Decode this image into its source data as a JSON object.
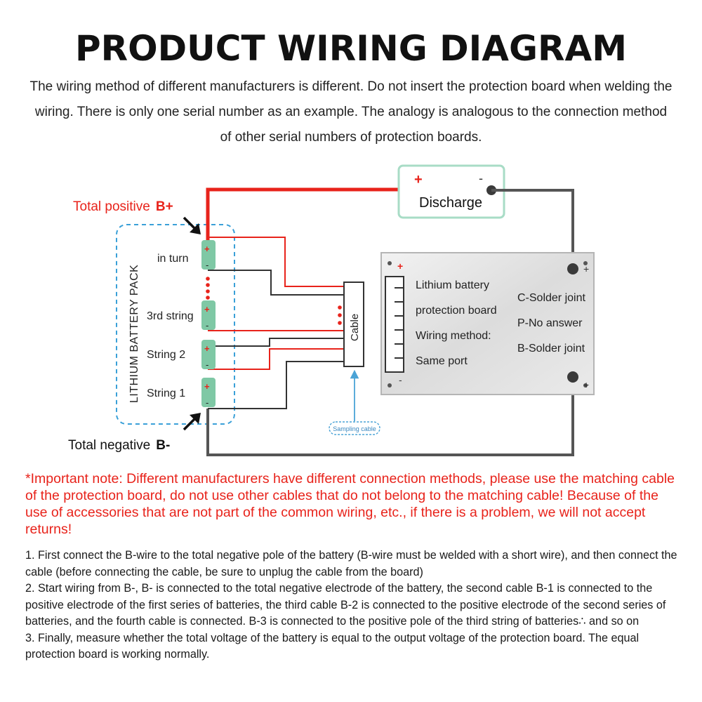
{
  "title": "PRODUCT WIRING DIAGRAM",
  "subtitle": "The wiring method of different manufacturers is different. Do not insert the protection board when welding the wiring. There is only one serial number as an example. The analogy is analogous to the connection method of other serial numbers of protection boards.",
  "diagram": {
    "total_positive_label": "Total positive",
    "total_positive_terminal": "B+",
    "total_negative_label": "Total negative",
    "total_negative_terminal": "B-",
    "battery_pack_label": "LITHIUM BATTERY PACK",
    "cell_labels": [
      "in turn",
      "3rd string",
      "String 2",
      "String 1"
    ],
    "plus_sign": "+",
    "minus_sign": "-",
    "discharge_label": "Discharge",
    "cable_label": "Cable",
    "sampling_cable_label": "Sampling cable",
    "board_lines": [
      "Lithium battery",
      "protection board",
      "Wiring method:",
      "Same port"
    ],
    "joint_lines": [
      "C-Solder joint",
      "P-No answer",
      "B-Solder joint"
    ],
    "colors": {
      "red_wire": "#e8231b",
      "black_wire": "#3a3a3a",
      "cell_green": "#7fc8a5",
      "dashed_blue": "#3aa0d8",
      "discharge_border": "#a8dcc6",
      "arrow_blue": "#4aa3d6"
    }
  },
  "important_note": "*Important note: Different manufacturers have different connection methods, please use the matching cable of the protection board, do not use other cables that do not belong to the matching cable! Because of the use of accessories that are not part of the common wiring, etc., if there is a problem, we will not accept returns!",
  "steps": [
    "1. First connect the B-wire to the total negative pole of the battery (B-wire must be welded with a short wire), and then connect the cable (before connecting the cable, be sure to unplug the cable from the board)",
    "2. Start wiring from B-, B- is connected to the total negative electrode of the battery, the second cable B-1 is connected to the positive electrode of the first series of batteries, the third cable B-2 is connected to the positive electrode of the second series of batteries, and the fourth cable is connected. B-3 is connected to the positive pole of the third string of batteries∴ and so on",
    "3. Finally, measure whether the total voltage of the battery is equal to the output voltage of the protection board. The equal protection board is working normally."
  ]
}
